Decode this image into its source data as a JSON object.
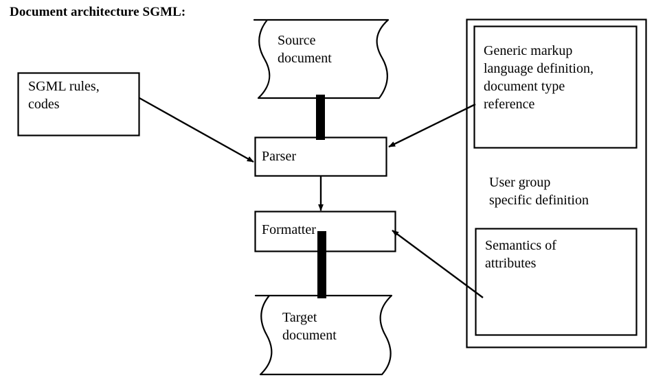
{
  "title": "Document architecture SGML:",
  "colors": {
    "stroke": "#000000",
    "background": "#ffffff",
    "text": "#000000"
  },
  "nodes": {
    "sgml_rules": {
      "label": "SGML rules,\ncodes",
      "shape": "rectangle"
    },
    "source_document": {
      "label": "Source\ndocument",
      "shape": "document-wave"
    },
    "parser": {
      "label": "Parser",
      "shape": "rectangle"
    },
    "formatter": {
      "label": "Formatter",
      "shape": "rectangle"
    },
    "target_document": {
      "label": "Target\ndocument",
      "shape": "document-wave"
    },
    "generic_markup": {
      "label": "Generic markup\nlanguage definition,\ndocument type\nreference",
      "shape": "rectangle"
    },
    "user_group": {
      "label": "User group\nspecific definition",
      "shape": "text-only"
    },
    "semantics": {
      "label": "Semantics of\nattributes",
      "shape": "rectangle"
    },
    "right_panel": {
      "label": "",
      "shape": "rectangle-container"
    }
  },
  "connections": [
    {
      "name": "source-to-parser",
      "from": "source_document",
      "to": "parser",
      "style": "thick-bar"
    },
    {
      "name": "sgml-rules-to-parser",
      "from": "sgml_rules",
      "to": "parser",
      "style": "arrow"
    },
    {
      "name": "generic-markup-to-parser",
      "from": "generic_markup",
      "to": "parser",
      "style": "arrow"
    },
    {
      "name": "parser-to-formatter",
      "from": "parser",
      "to": "formatter",
      "style": "arrow"
    },
    {
      "name": "semantics-to-formatter",
      "from": "semantics",
      "to": "formatter",
      "style": "arrow"
    },
    {
      "name": "formatter-to-target",
      "from": "formatter",
      "to": "target_document",
      "style": "thick-bar"
    }
  ]
}
